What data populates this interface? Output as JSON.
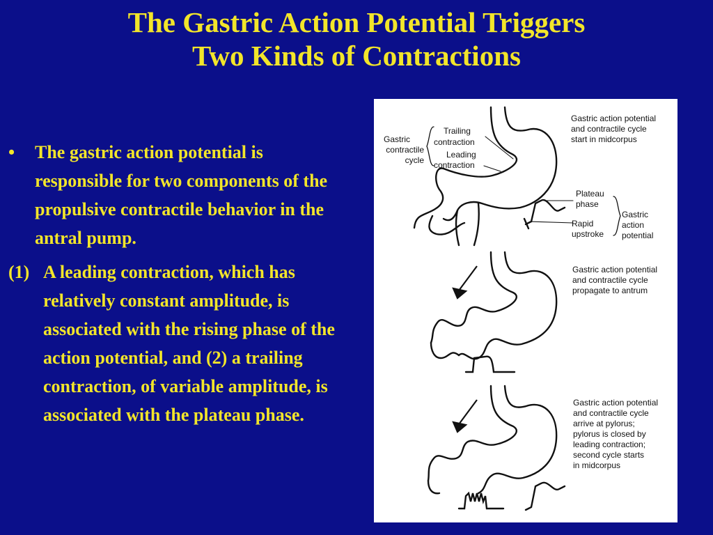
{
  "title": {
    "line1": "The Gastric Action Potential Triggers",
    "line2": "Two Kinds of Contractions"
  },
  "bullet": {
    "mark": "•",
    "text": "The gastric action potential is responsible for two components of the propulsive contractile behavior in the antral pump."
  },
  "numbered": {
    "mark": "(1)",
    "text": "A leading contraction, which has relatively constant amplitude, is associated with the rising phase of the action potential, and (2) a trailing contraction, of variable amplitude, is associated with the plateau phase."
  },
  "figure": {
    "panel1": {
      "gastric": "Gastric",
      "contractile": "contractile",
      "cycle": "cycle",
      "trailing": "Trailing",
      "trailing_contraction": "contraction",
      "leading": "Leading",
      "leading_contraction": "contraction",
      "caption_l1": "Gastric action potential",
      "caption_l2": "and contractile cycle",
      "caption_l3": "start in midcorpus",
      "plateau": "Plateau",
      "phase": "phase",
      "rapid": "Rapid",
      "upstroke": "upstroke",
      "gap_gastric": "Gastric",
      "gap_action": "action",
      "gap_potential": "potential"
    },
    "panel2": {
      "caption_l1": "Gastric action potential",
      "caption_l2": "and contractile cycle",
      "caption_l3": "propagate to antrum"
    },
    "panel3": {
      "caption_l1": "Gastric action potential",
      "caption_l2": "and contractile cycle",
      "caption_l3": "arrive at pylorus;",
      "caption_l4": "pylorus is closed by",
      "caption_l5": "leading contraction;",
      "caption_l6": "second cycle starts",
      "caption_l7": "in midcorpus"
    }
  }
}
